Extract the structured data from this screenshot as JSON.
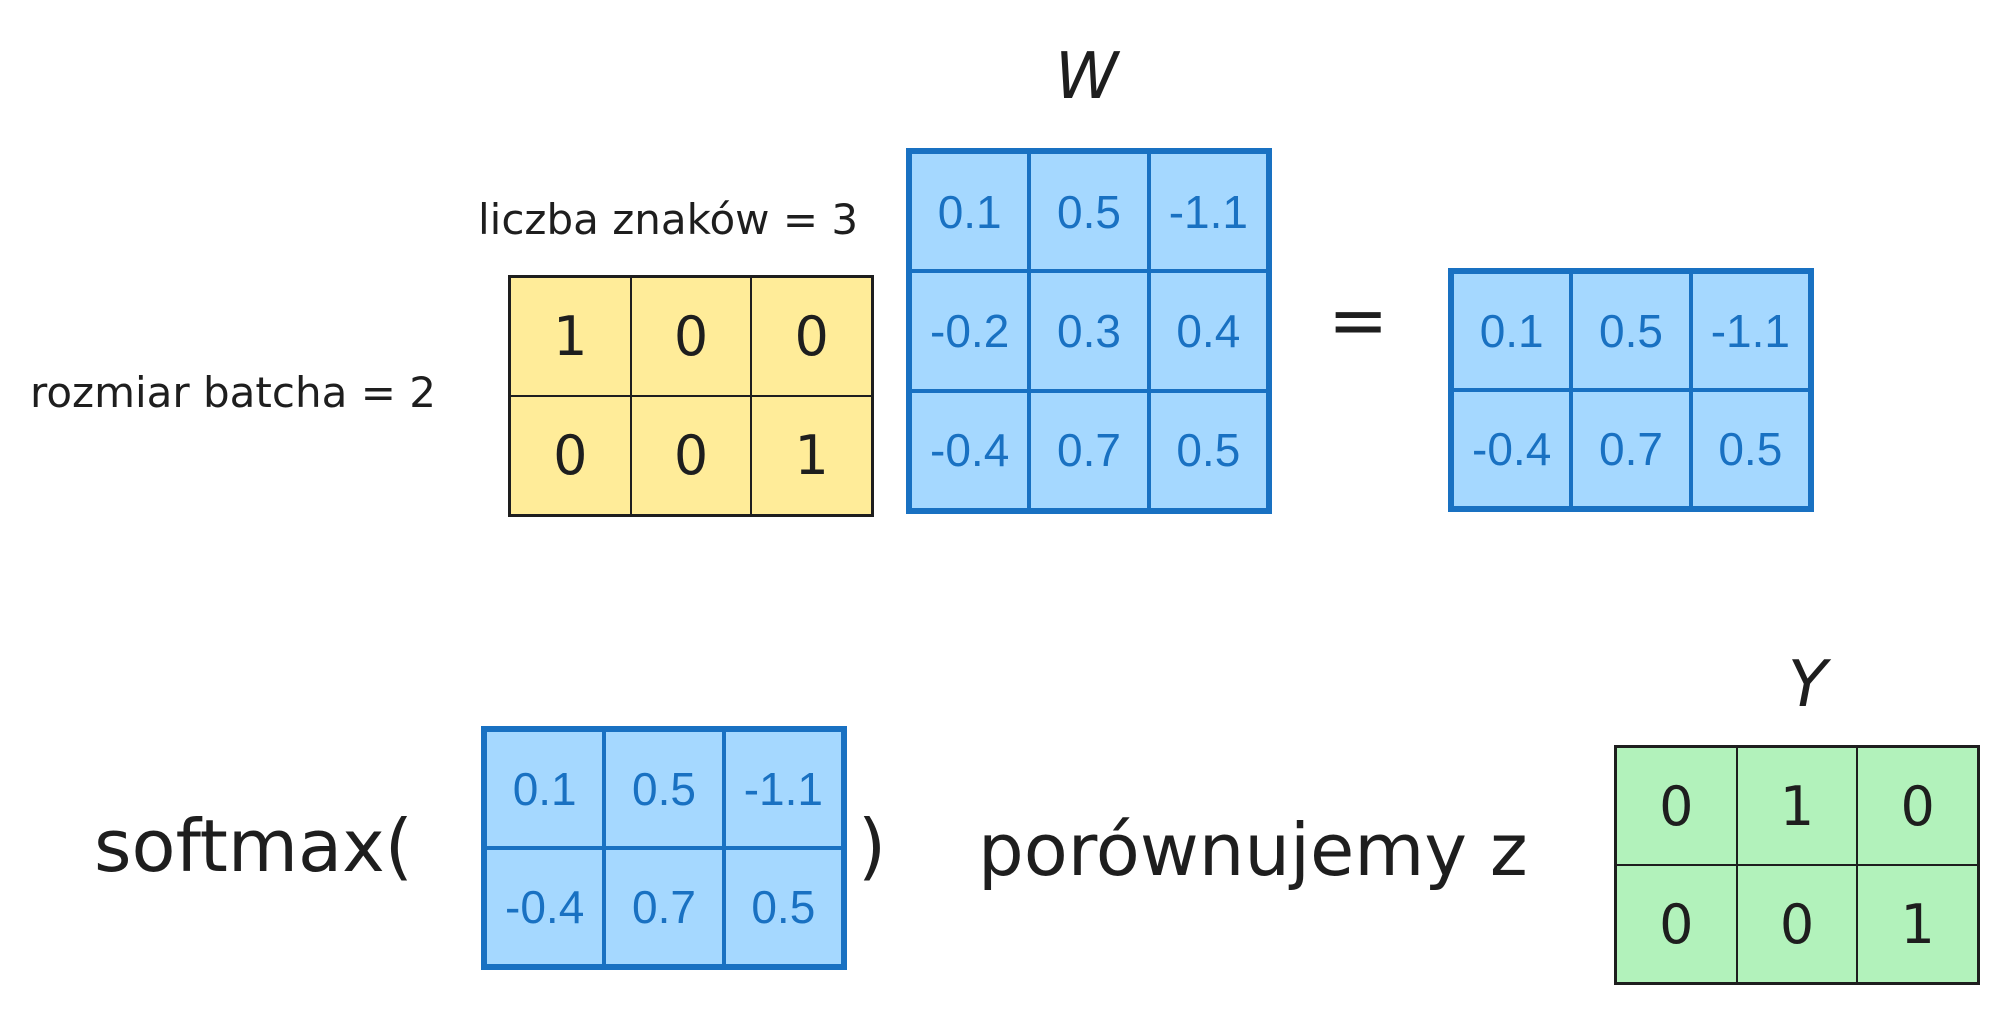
{
  "diagram": {
    "w_label": "W",
    "y_label": "Y",
    "char_count_label": "liczba znaków = 3",
    "batch_size_label": "rozmiar batcha = 2",
    "equals": "=",
    "softmax_open": "softmax(",
    "softmax_close": ")",
    "compare_label": "porównujemy z",
    "input_matrix": [
      [
        "1",
        "0",
        "0"
      ],
      [
        "0",
        "0",
        "1"
      ]
    ],
    "w_matrix": [
      [
        "0.1",
        "0.5",
        "-1.1"
      ],
      [
        "-0.2",
        "0.3",
        "0.4"
      ],
      [
        "-0.4",
        "0.7",
        "0.5"
      ]
    ],
    "result_matrix": [
      [
        "0.1",
        "0.5",
        "-1.1"
      ],
      [
        "-0.4",
        "0.7",
        "0.5"
      ]
    ],
    "softmax_matrix": [
      [
        "0.1",
        "0.5",
        "-1.1"
      ],
      [
        "-0.4",
        "0.7",
        "0.5"
      ]
    ],
    "y_matrix": [
      [
        "0",
        "1",
        "0"
      ],
      [
        "0",
        "0",
        "1"
      ]
    ]
  },
  "colors": {
    "yellow_fill": "#ffec99",
    "blue_fill": "#a5d8ff",
    "blue_stroke": "#1971c2",
    "green_fill": "#b2f2bb",
    "ink": "#1e1e1e"
  }
}
